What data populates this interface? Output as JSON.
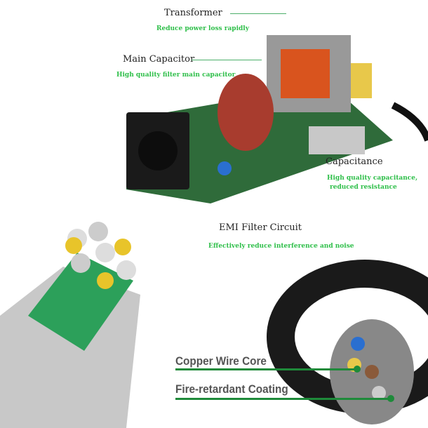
{
  "labels": {
    "transformer": {
      "title": "Transformer",
      "desc": "Reduce power loss rapidly"
    },
    "main_capacitor": {
      "title": "Main Capacitor",
      "desc": "High quality filter main capacitor"
    },
    "capacitance": {
      "title": "Capacitance",
      "desc_line1": "High  quality capacitance,",
      "desc_line2": "reduced resistance"
    },
    "emi": {
      "title": "EMI Filter Circuit",
      "desc": "Effectively reduce interference and noise"
    },
    "copper": "Copper Wire Core",
    "coating": "Fire-retardant Coating"
  }
}
